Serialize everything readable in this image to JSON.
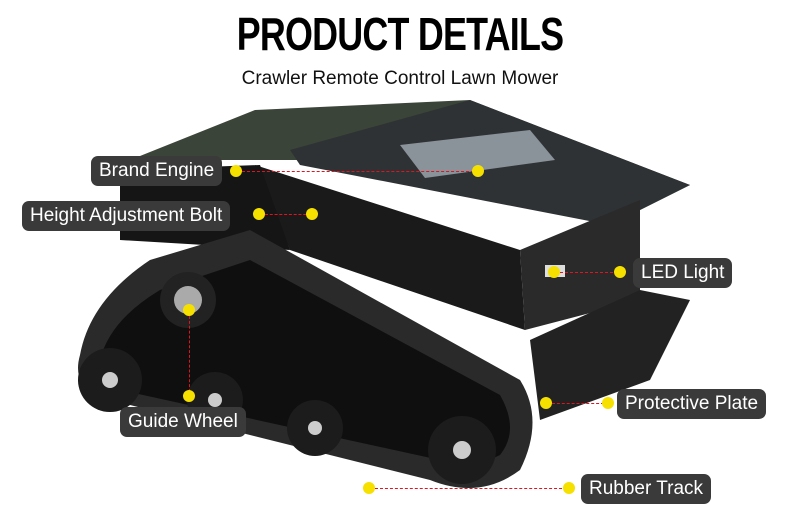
{
  "header": {
    "title": "PRODUCT DETAILS",
    "subtitle": "Crawler Remote Control Lawn Mower"
  },
  "callouts": [
    {
      "label": "Brand Engine"
    },
    {
      "label": "Height Adjustment Bolt"
    },
    {
      "label": "LED Light"
    },
    {
      "label": "Guide Wheel"
    },
    {
      "label": "Protective Plate"
    },
    {
      "label": "Rubber Track"
    }
  ],
  "colors": {
    "label_bg": "#3a3a3a",
    "dot": "#f5e000",
    "leader_line": "#e0141e"
  }
}
